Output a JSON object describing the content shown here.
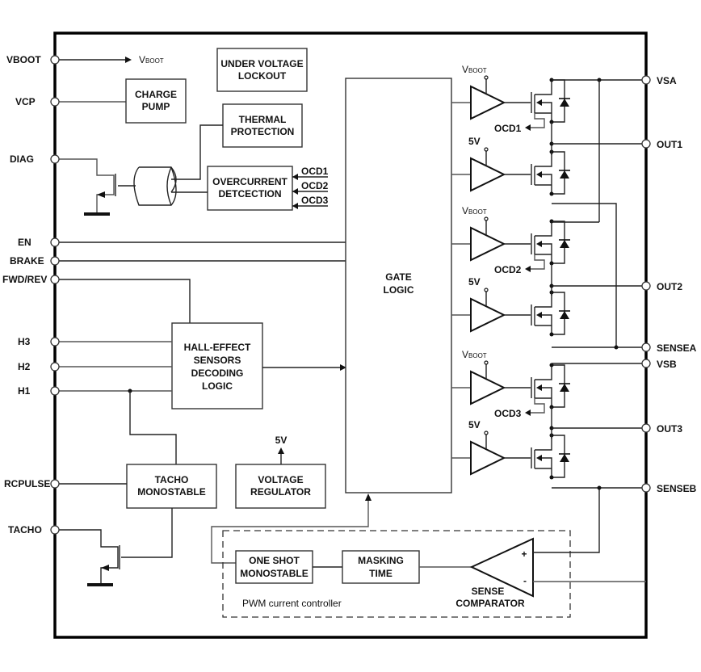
{
  "diagram": {
    "pins_left": [
      {
        "id": "vboot",
        "label": "VBOOT"
      },
      {
        "id": "vcp",
        "label": "VCP"
      },
      {
        "id": "diag",
        "label": "DIAG"
      },
      {
        "id": "en",
        "label": "EN"
      },
      {
        "id": "brake",
        "label": "BRAKE"
      },
      {
        "id": "fwdrev",
        "label": "FWD/REV"
      },
      {
        "id": "h3",
        "label": "H3"
      },
      {
        "id": "h2",
        "label": "H2"
      },
      {
        "id": "h1",
        "label": "H1"
      },
      {
        "id": "rcpulse",
        "label": "RCPULSE"
      },
      {
        "id": "tacho",
        "label": "TACHO"
      }
    ],
    "pins_right": [
      {
        "id": "vsa",
        "label": "VSA"
      },
      {
        "id": "out1",
        "label": "OUT1"
      },
      {
        "id": "out2",
        "label": "OUT2"
      },
      {
        "id": "sensea",
        "label": "SENSEA"
      },
      {
        "id": "vsb",
        "label": "VSB"
      },
      {
        "id": "out3",
        "label": "OUT3"
      },
      {
        "id": "senseb",
        "label": "SENSEB"
      }
    ],
    "blocks": {
      "uvlo": [
        "UNDER VOLTAGE",
        "LOCKOUT"
      ],
      "charge_pump": [
        "CHARGE",
        "PUMP"
      ],
      "thermal": [
        "THERMAL",
        "PROTECTION"
      ],
      "overcurrent": [
        "OVERCURRENT",
        "DETCECTION"
      ],
      "gate_logic": [
        "GATE",
        "LOGIC"
      ],
      "hall": [
        "HALL-EFFECT",
        "SENSORS",
        "DECODING",
        "LOGIC"
      ],
      "tacho_mono": [
        "TACHO",
        "MONOSTABLE"
      ],
      "vreg": [
        "VOLTAGE",
        "REGULATOR"
      ],
      "one_shot": [
        "ONE SHOT",
        "MONOSTABLE"
      ],
      "masking": [
        "MASKING",
        "TIME"
      ],
      "comparator": [
        "SENSE",
        "COMPARATOR"
      ]
    },
    "pwm_group_label": "PWM current controller",
    "vboot_arrow": {
      "main": "V",
      "sub": "BOOT"
    },
    "ocd_inputs": [
      "OCD1",
      "OCD2",
      "OCD3"
    ],
    "ocd_outputs": [
      "OCD1",
      "OCD2",
      "OCD3"
    ],
    "driver_supplies": [
      {
        "main": "V",
        "sub": "BOOT"
      },
      {
        "main": "5V",
        "sub": ""
      },
      {
        "main": "V",
        "sub": "BOOT"
      },
      {
        "main": "5V",
        "sub": ""
      },
      {
        "main": "V",
        "sub": "BOOT"
      },
      {
        "main": "5V",
        "sub": ""
      }
    ],
    "vreg_output": "5V",
    "comparator_plus": "+",
    "comparator_minus": "-"
  }
}
